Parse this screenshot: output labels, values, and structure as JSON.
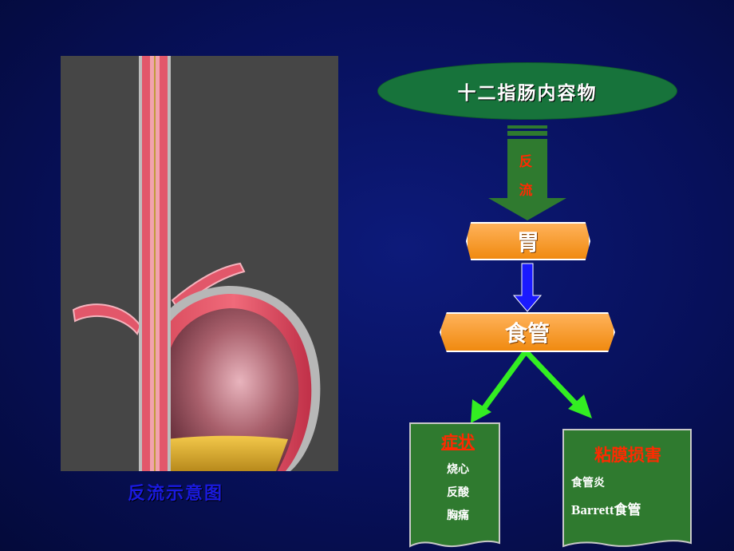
{
  "caption": "反流示意图",
  "flow": {
    "source": "十二指肠内容物",
    "reflux_label_1": "反",
    "reflux_label_2": "流",
    "stomach": "胃",
    "esophagus": "食管"
  },
  "symptoms": {
    "title": "症状",
    "items": [
      "烧心",
      "反酸",
      "胸痛"
    ]
  },
  "mucosal_damage": {
    "title": "粘膜损害",
    "items": [
      "食管炎",
      "Barrett食管"
    ]
  },
  "colors": {
    "background": "#07105a",
    "ellipse": "#17733b",
    "orange_box": "#f08a10",
    "green_doc": "#2f7a2f",
    "red_text": "#ff2a00",
    "arrow_green": "#33ee22",
    "arrow_blue": "#1a1aff"
  }
}
